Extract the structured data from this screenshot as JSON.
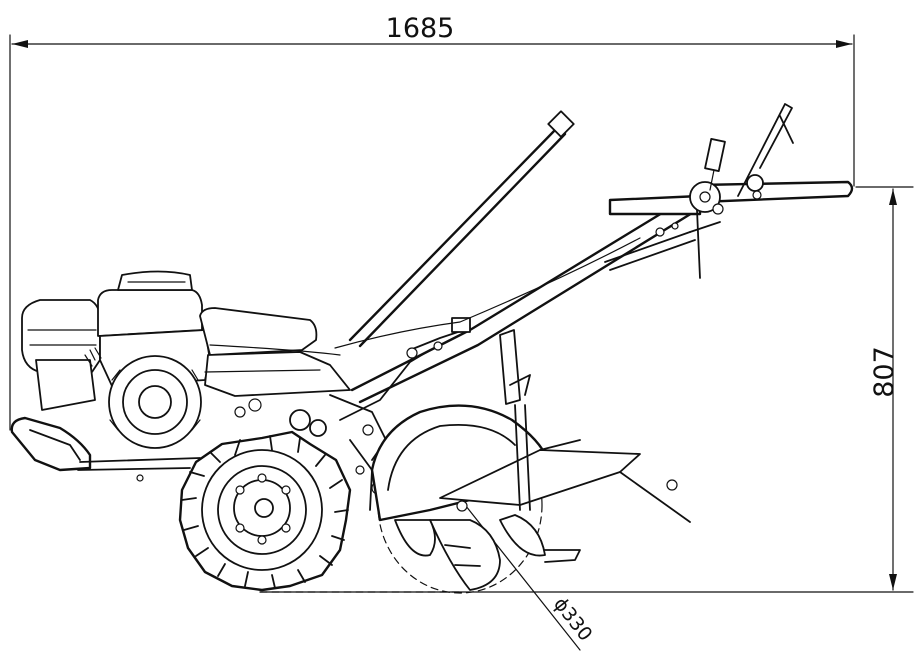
{
  "dimensions": {
    "overall_length": "1685",
    "overall_height": "807",
    "tine_diameter": "ϕ330"
  },
  "colors": {
    "line": "#111111",
    "background": "#ffffff"
  }
}
